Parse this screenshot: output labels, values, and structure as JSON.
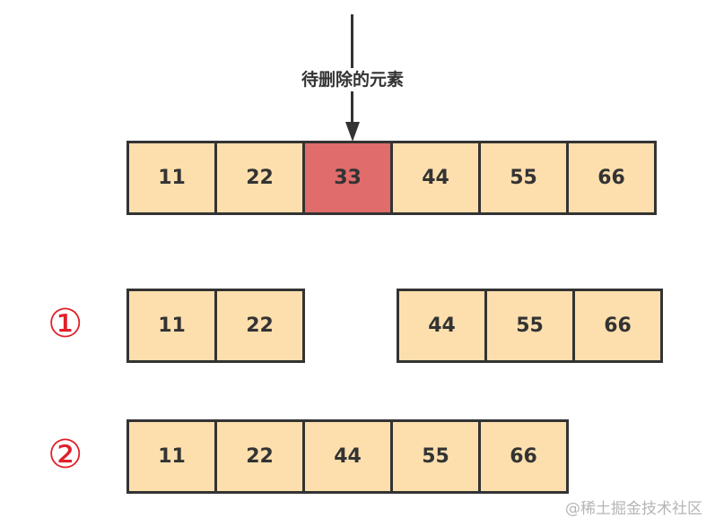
{
  "diagram": {
    "type": "array-deletion",
    "pointer": {
      "label": "待删除的元素",
      "target_index": 2
    },
    "original_array": {
      "cells": [
        {
          "value": "11",
          "state": "normal"
        },
        {
          "value": "22",
          "state": "normal"
        },
        {
          "value": "33",
          "state": "deleted"
        },
        {
          "value": "44",
          "state": "normal"
        },
        {
          "value": "55",
          "state": "normal"
        },
        {
          "value": "66",
          "state": "normal"
        }
      ]
    },
    "steps": [
      {
        "marker": "①",
        "left_segment": [
          "11",
          "22"
        ],
        "right_segment": [
          "44",
          "55",
          "66"
        ]
      },
      {
        "marker": "②",
        "cells": [
          "11",
          "22",
          "44",
          "55",
          "66"
        ]
      }
    ],
    "colors": {
      "cell_fill": "#fddfad",
      "deleted_fill": "#e06c6c",
      "border": "#333333",
      "step_marker": "#e0202a"
    }
  },
  "watermark": "@稀土掘金技术社区"
}
